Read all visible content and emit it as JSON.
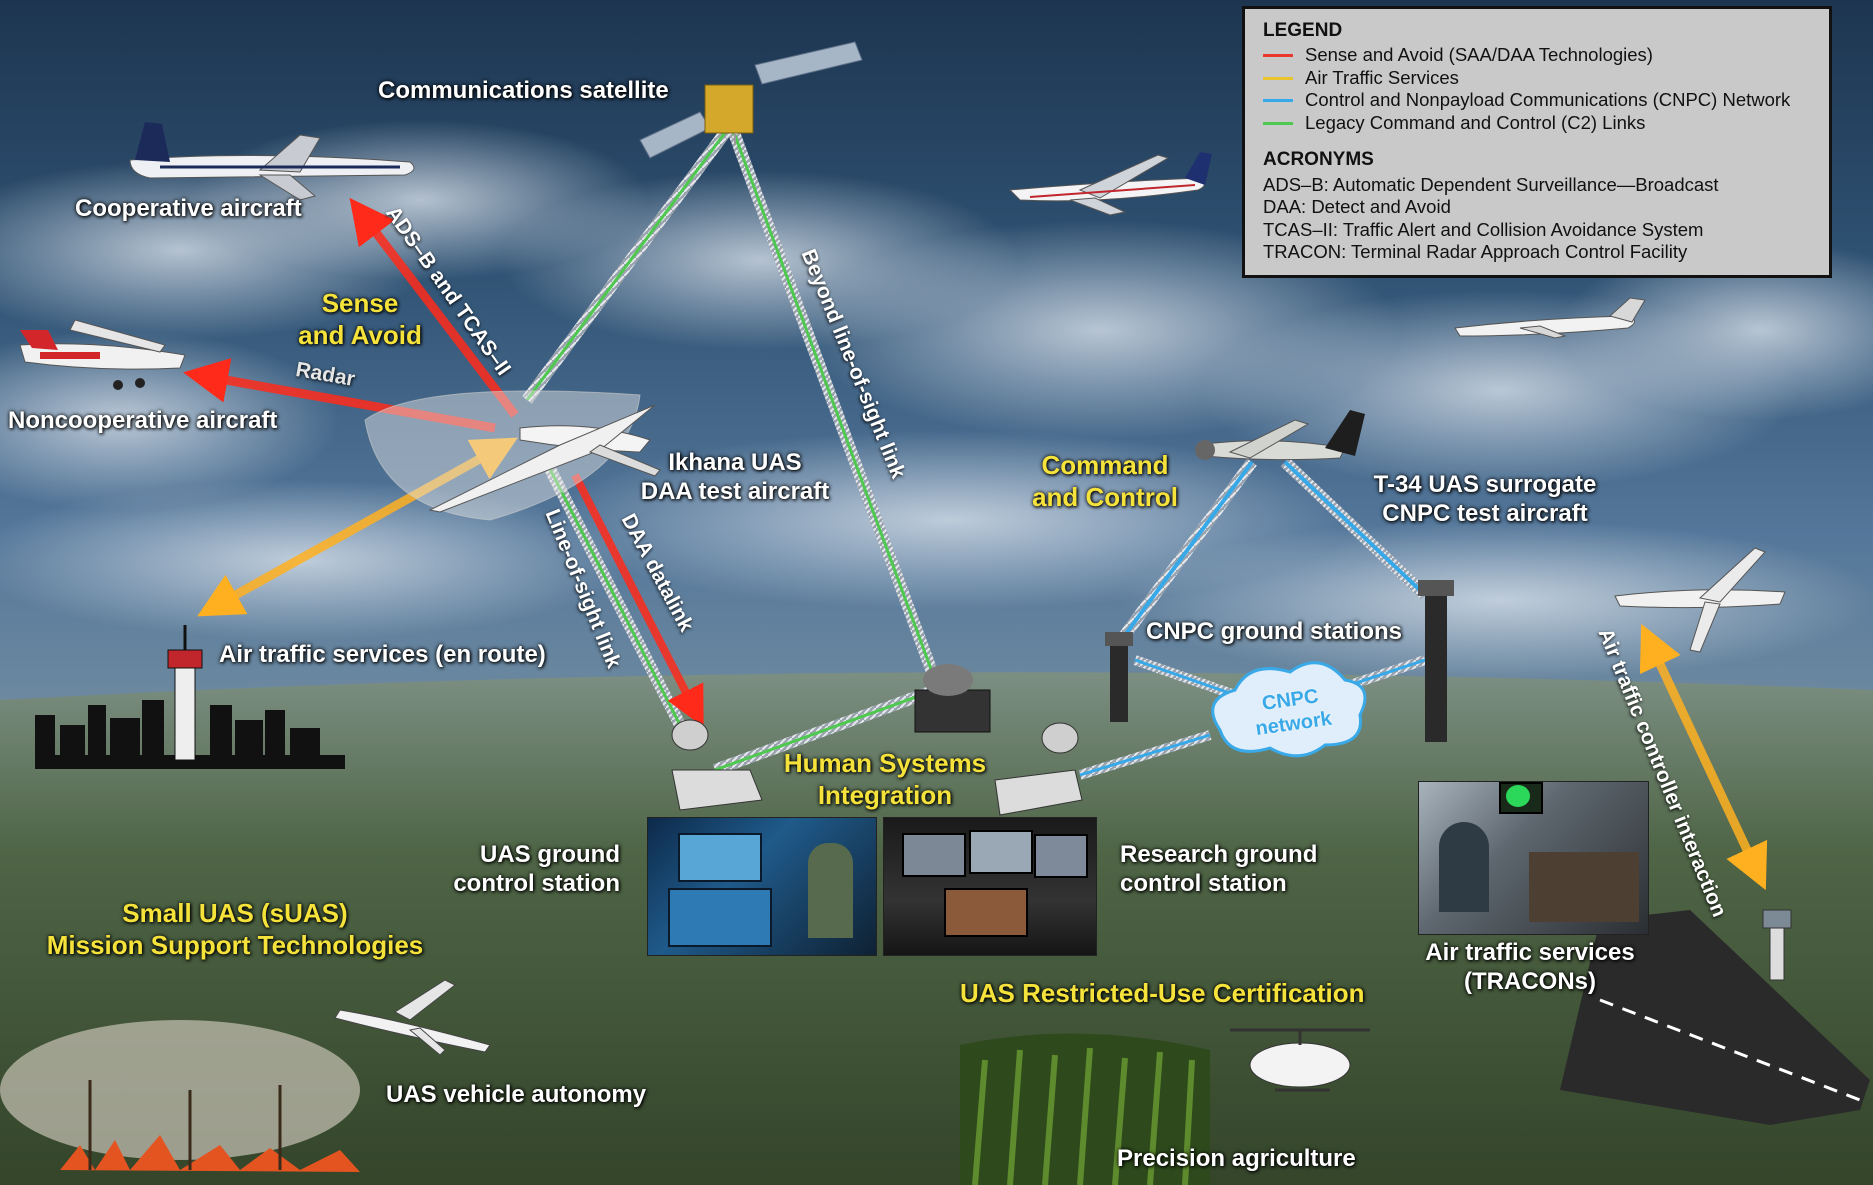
{
  "legend": {
    "title": "LEGEND",
    "items": [
      {
        "label": "Sense and Avoid (SAA/DAA Technologies)",
        "color": "#e8392c"
      },
      {
        "label": "Air Traffic Services",
        "color": "#e8c52c"
      },
      {
        "label": "Control and Nonpayload Communications (CNPC) Network",
        "color": "#38a9e8"
      },
      {
        "label": "Legacy Command and Control (C2) Links",
        "color": "#4ec84e"
      }
    ],
    "acronyms_title": "ACRONYMS",
    "acronyms": [
      "ADS–B: Automatic Dependent Surveillance—Broadcast",
      "DAA: Detect and Avoid",
      "TCAS–II: Traffic Alert and Collision Avoidance System",
      "TRACON: Terminal Radar Approach Control Facility"
    ]
  },
  "labels": {
    "communications_satellite": "Communications satellite",
    "cooperative_aircraft": "Cooperative aircraft",
    "noncooperative_aircraft": "Noncooperative aircraft",
    "sense_and_avoid_1": "Sense",
    "sense_and_avoid_2": "and Avoid",
    "radar": "Radar",
    "adsb_tcas": "ADS–B and TCAS–II",
    "ikhana_1": "Ikhana UAS",
    "ikhana_2": "DAA test aircraft",
    "beyond_los": "Beyond line-of-sight link",
    "los_link": "Line-of-sight link",
    "daa_datalink": "DAA datalink",
    "air_traffic_en_route": "Air traffic services (en route)",
    "command_control_1": "Command",
    "command_control_2": "and Control",
    "t34_1": "T-34 UAS surrogate",
    "t34_2": "CNPC test aircraft",
    "cnpc_ground_stations": "CNPC ground stations",
    "cnpc_network_1": "CNPC",
    "cnpc_network_2": "network",
    "human_systems_1": "Human Systems",
    "human_systems_2": "Integration",
    "uas_ground_1": "UAS ground",
    "uas_ground_2": "control station",
    "research_ground_1": "Research ground",
    "research_ground_2": "control station",
    "small_uas_1": "Small UAS (sUAS)",
    "small_uas_2": "Mission Support Technologies",
    "uas_vehicle_autonomy": "UAS vehicle autonomy",
    "restricted_use": "UAS Restricted-Use Certification",
    "precision_agriculture": "Precision agriculture",
    "atc_interaction": "Air traffic controller interaction",
    "tracon_1": "Air traffic services",
    "tracon_2": "(TRACONs)"
  },
  "colors": {
    "saa_red": "#e8392c",
    "ats_orange": "#e8a52c",
    "cnpc_blue": "#38a9e8",
    "c2_green": "#4ec84e",
    "highlight_yellow": "#f5e23a"
  }
}
